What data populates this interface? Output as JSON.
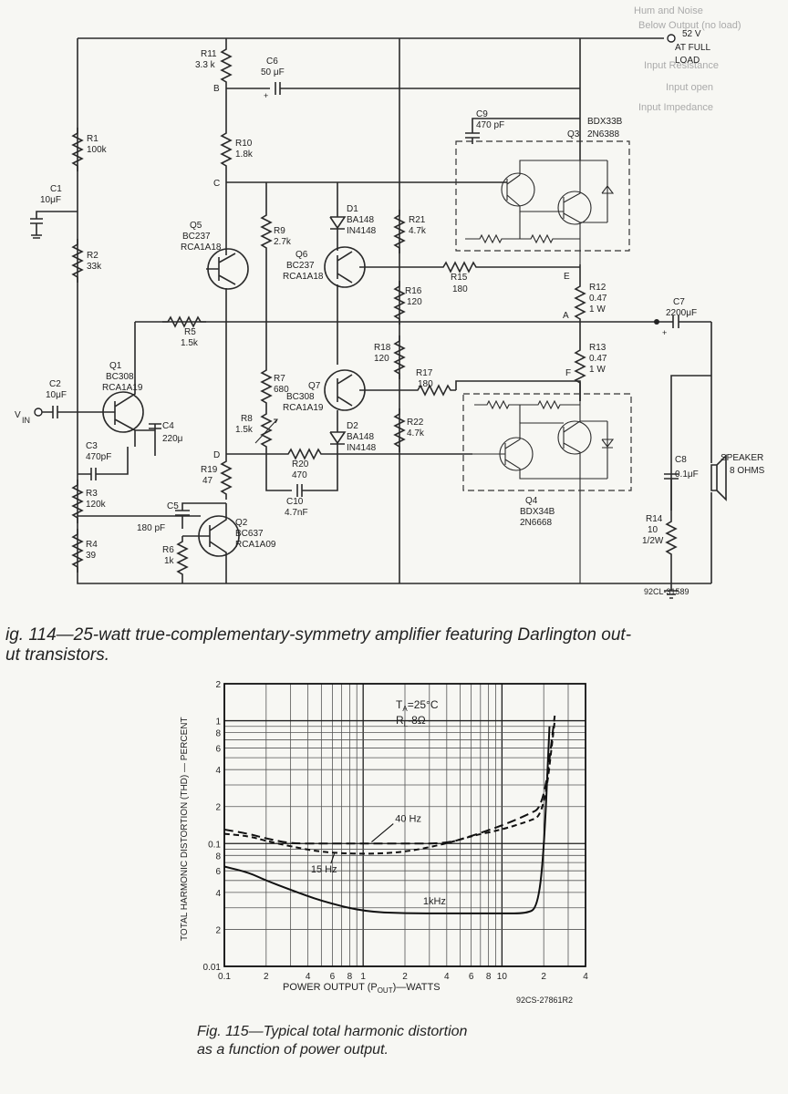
{
  "overlay_text": [
    "Hum and Noise",
    "Below Output (no load)",
    "Input Resistance",
    "Input open",
    "Input Impedance"
  ],
  "fig114": {
    "caption_line1": "ig. 114—25-watt true-complementary-symmetry amplifier featuring Darlington out-",
    "caption_line2": "ut transistors.",
    "ref_code": "92CL-31589",
    "supply": [
      "52 V",
      "AT FULL",
      "LOAD"
    ],
    "input_label": "V",
    "input_sub": "IN",
    "speaker": [
      "SPEAKER",
      "8 OHMS"
    ],
    "nodes": [
      "B",
      "C",
      "D",
      "E",
      "A",
      "F"
    ],
    "components": {
      "R11": [
        "R11",
        "3.3 k"
      ],
      "R1": [
        "R1",
        "100k"
      ],
      "C1": [
        "C1",
        "10μF"
      ],
      "R2": [
        "R2",
        "33k"
      ],
      "C6": [
        "C6",
        "50 μF"
      ],
      "R10": [
        "R10",
        "1.8k"
      ],
      "C9": [
        "C9",
        "470 pF"
      ],
      "Q3": [
        "Q3"
      ],
      "Q3p": [
        "BDX33B",
        "2N6388"
      ],
      "D1": [
        "D1",
        "BA148",
        "IN4148"
      ],
      "R21": [
        "R21",
        "4.7k"
      ],
      "R9": [
        "R9",
        "2.7k"
      ],
      "Q5": [
        "Q5",
        "BC237",
        "RCA1A18"
      ],
      "Q6": [
        "Q6",
        "BC237",
        "RCA1A18"
      ],
      "R15": [
        "R15",
        "180"
      ],
      "R16": [
        "R16",
        "120"
      ],
      "R12": [
        "R12",
        "0.47",
        "1 W"
      ],
      "C7": [
        "C7",
        "2200μF"
      ],
      "R5": [
        "R5",
        "1.5k"
      ],
      "R18": [
        "R18",
        "120"
      ],
      "R13": [
        "R13",
        "0.47",
        "1 W"
      ],
      "Q1": [
        "Q1",
        "BC308",
        "RCA1A19"
      ],
      "C2": [
        "C2",
        "10μF"
      ],
      "C4": [
        "C4",
        "220μ"
      ],
      "R7": [
        "R7",
        "680"
      ],
      "Q7": [
        "Q7",
        "BC308",
        "RCA1A19"
      ],
      "R17": [
        "R17",
        "180"
      ],
      "R8": [
        "R8",
        "1.5k"
      ],
      "D2": [
        "D2",
        "BA148",
        "IN4148"
      ],
      "R22": [
        "R22",
        "4.7k"
      ],
      "C3": [
        "C3",
        "470pF"
      ],
      "R20": [
        "R20",
        "470"
      ],
      "R19": [
        "R19",
        "47"
      ],
      "C8": [
        "C8",
        "0.1μF"
      ],
      "R3": [
        "R3",
        "120k"
      ],
      "C10": [
        "C10",
        "4.7nF"
      ],
      "Q4": [
        "Q4",
        "BDX34B",
        "2N6668"
      ],
      "C5": [
        "C5"
      ],
      "C5v": [
        "180 pF"
      ],
      "Q2": [
        "Q2",
        "BC637",
        "RCA1A09"
      ],
      "R6": [
        "R6",
        "1k"
      ],
      "R4": [
        "R4",
        "39"
      ],
      "R14": [
        "R14",
        "10",
        "1/2W"
      ]
    }
  },
  "fig115": {
    "caption_line1": "Fig. 115—Typical total harmonic distortion",
    "caption_line2": "as a function of power output.",
    "ref_code": "92CS-27861R2"
  },
  "chart_data": {
    "type": "line",
    "title": "",
    "xlabel": "POWER OUTPUT (P",
    "xlabel_sub": "OUT",
    "xlabel_tail": ")—WATTS",
    "ylabel": "TOTAL HARMONIC DISTORTION (THD) — PERCENT",
    "x_scale": "log",
    "y_scale": "log",
    "xlim": [
      0.1,
      40
    ],
    "ylim": [
      0.01,
      2
    ],
    "x_tick_labels": [
      "0.1",
      "2",
      "4",
      "6",
      "8",
      "1",
      "2",
      "4",
      "6",
      "8",
      "10",
      "2",
      "4"
    ],
    "x_tick_values": [
      0.1,
      0.2,
      0.4,
      0.6,
      0.8,
      1,
      2,
      4,
      6,
      8,
      10,
      20,
      40
    ],
    "y_tick_labels": [
      "0.01",
      "2",
      "4",
      "6",
      "8",
      "0.1",
      "2",
      "4",
      "6",
      "8",
      "1",
      "2"
    ],
    "y_tick_values": [
      0.01,
      0.02,
      0.04,
      0.06,
      0.08,
      0.1,
      0.2,
      0.4,
      0.6,
      0.8,
      1,
      2
    ],
    "annotation": {
      "ta": "T",
      "ta_sub": "A",
      "ta_val": "=25°C",
      "rl": "R",
      "rl_sub": "L",
      "rl_val": "-8Ω"
    },
    "grid": true,
    "series": [
      {
        "name": "40 Hz",
        "style": "dashed-long",
        "x": [
          0.1,
          0.15,
          0.2,
          0.3,
          0.5,
          1,
          2,
          4,
          6,
          10,
          15,
          20,
          24
        ],
        "y": [
          0.13,
          0.12,
          0.11,
          0.1,
          0.1,
          0.1,
          0.1,
          0.1,
          0.115,
          0.14,
          0.17,
          0.2,
          1.1
        ]
      },
      {
        "name": "15 Hz",
        "style": "dashed",
        "x": [
          0.1,
          0.15,
          0.2,
          0.3,
          0.5,
          1,
          2,
          4,
          6,
          10,
          15,
          20,
          24
        ],
        "y": [
          0.12,
          0.115,
          0.105,
          0.095,
          0.085,
          0.082,
          0.085,
          0.1,
          0.115,
          0.13,
          0.15,
          0.17,
          1.0
        ]
      },
      {
        "name": "1kHz",
        "style": "solid",
        "x": [
          0.1,
          0.15,
          0.2,
          0.3,
          0.5,
          1,
          2,
          4,
          6,
          10,
          15,
          18,
          20,
          22
        ],
        "y": [
          0.065,
          0.058,
          0.05,
          0.042,
          0.034,
          0.028,
          0.027,
          0.027,
          0.027,
          0.027,
          0.027,
          0.03,
          0.08,
          0.9
        ]
      }
    ]
  }
}
